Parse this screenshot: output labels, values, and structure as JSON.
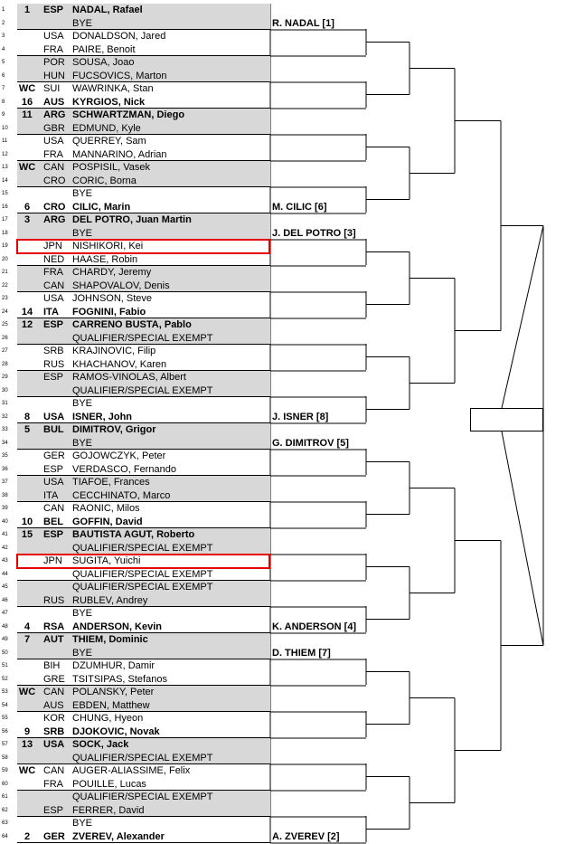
{
  "draw": [
    {
      "n": "1",
      "seed": "1",
      "country": "ESP",
      "name": "NADAL, Rafael"
    },
    {
      "n": "2",
      "seed": "",
      "country": "",
      "name": "BYE"
    },
    {
      "n": "3",
      "seed": "",
      "country": "USA",
      "name": "DONALDSON, Jared"
    },
    {
      "n": "4",
      "seed": "",
      "country": "FRA",
      "name": "PAIRE, Benoit"
    },
    {
      "n": "5",
      "seed": "",
      "country": "POR",
      "name": "SOUSA, Joao"
    },
    {
      "n": "6",
      "seed": "",
      "country": "HUN",
      "name": "FUCSOVICS, Marton"
    },
    {
      "n": "7",
      "seed": "WC",
      "country": "SUI",
      "name": "WAWRINKA, Stan"
    },
    {
      "n": "8",
      "seed": "16",
      "country": "AUS",
      "name": "KYRGIOS, Nick"
    },
    {
      "n": "9",
      "seed": "11",
      "country": "ARG",
      "name": "SCHWARTZMAN, Diego"
    },
    {
      "n": "10",
      "seed": "",
      "country": "GBR",
      "name": "EDMUND, Kyle"
    },
    {
      "n": "11",
      "seed": "",
      "country": "USA",
      "name": "QUERREY, Sam"
    },
    {
      "n": "12",
      "seed": "",
      "country": "FRA",
      "name": "MANNARINO, Adrian"
    },
    {
      "n": "13",
      "seed": "WC",
      "country": "CAN",
      "name": "POSPISIL, Vasek"
    },
    {
      "n": "14",
      "seed": "",
      "country": "CRO",
      "name": "CORIC, Borna"
    },
    {
      "n": "15",
      "seed": "",
      "country": "",
      "name": "BYE"
    },
    {
      "n": "16",
      "seed": "6",
      "country": "CRO",
      "name": "CILIC, Marin"
    },
    {
      "n": "17",
      "seed": "3",
      "country": "ARG",
      "name": "DEL POTRO, Juan Martin"
    },
    {
      "n": "18",
      "seed": "",
      "country": "",
      "name": "BYE"
    },
    {
      "n": "19",
      "seed": "",
      "country": "JPN",
      "name": "NISHIKORI, Kei"
    },
    {
      "n": "20",
      "seed": "",
      "country": "NED",
      "name": "HAASE, Robin"
    },
    {
      "n": "21",
      "seed": "",
      "country": "FRA",
      "name": "CHARDY, Jeremy"
    },
    {
      "n": "22",
      "seed": "",
      "country": "CAN",
      "name": "SHAPOVALOV, Denis"
    },
    {
      "n": "23",
      "seed": "",
      "country": "USA",
      "name": "JOHNSON, Steve"
    },
    {
      "n": "24",
      "seed": "14",
      "country": "ITA",
      "name": "FOGNINI, Fabio"
    },
    {
      "n": "25",
      "seed": "12",
      "country": "ESP",
      "name": "CARRENO BUSTA, Pablo"
    },
    {
      "n": "26",
      "seed": "",
      "country": "",
      "name": "QUALIFIER/SPECIAL EXEMPT"
    },
    {
      "n": "27",
      "seed": "",
      "country": "SRB",
      "name": "KRAJINOVIC, Filip"
    },
    {
      "n": "28",
      "seed": "",
      "country": "RUS",
      "name": "KHACHANOV, Karen"
    },
    {
      "n": "29",
      "seed": "",
      "country": "ESP",
      "name": "RAMOS-VINOLAS, Albert"
    },
    {
      "n": "30",
      "seed": "",
      "country": "",
      "name": "QUALIFIER/SPECIAL EXEMPT"
    },
    {
      "n": "31",
      "seed": "",
      "country": "",
      "name": "BYE"
    },
    {
      "n": "32",
      "seed": "8",
      "country": "USA",
      "name": "ISNER, John"
    },
    {
      "n": "33",
      "seed": "5",
      "country": "BUL",
      "name": "DIMITROV, Grigor"
    },
    {
      "n": "34",
      "seed": "",
      "country": "",
      "name": "BYE"
    },
    {
      "n": "35",
      "seed": "",
      "country": "GER",
      "name": "GOJOWCZYK, Peter"
    },
    {
      "n": "36",
      "seed": "",
      "country": "ESP",
      "name": "VERDASCO, Fernando"
    },
    {
      "n": "37",
      "seed": "",
      "country": "USA",
      "name": "TIAFOE, Frances"
    },
    {
      "n": "38",
      "seed": "",
      "country": "ITA",
      "name": "CECCHINATO, Marco"
    },
    {
      "n": "39",
      "seed": "",
      "country": "CAN",
      "name": "RAONIC, Milos"
    },
    {
      "n": "40",
      "seed": "10",
      "country": "BEL",
      "name": "GOFFIN, David"
    },
    {
      "n": "41",
      "seed": "15",
      "country": "ESP",
      "name": "BAUTISTA AGUT, Roberto"
    },
    {
      "n": "42",
      "seed": "",
      "country": "",
      "name": "QUALIFIER/SPECIAL EXEMPT"
    },
    {
      "n": "43",
      "seed": "",
      "country": "JPN",
      "name": "SUGITA, Yuichi"
    },
    {
      "n": "44",
      "seed": "",
      "country": "",
      "name": "QUALIFIER/SPECIAL EXEMPT"
    },
    {
      "n": "45",
      "seed": "",
      "country": "",
      "name": "QUALIFIER/SPECIAL EXEMPT"
    },
    {
      "n": "46",
      "seed": "",
      "country": "RUS",
      "name": "RUBLEV, Andrey"
    },
    {
      "n": "47",
      "seed": "",
      "country": "",
      "name": "BYE"
    },
    {
      "n": "48",
      "seed": "4",
      "country": "RSA",
      "name": "ANDERSON, Kevin"
    },
    {
      "n": "49",
      "seed": "7",
      "country": "AUT",
      "name": "THIEM, Dominic"
    },
    {
      "n": "50",
      "seed": "",
      "country": "",
      "name": "BYE"
    },
    {
      "n": "51",
      "seed": "",
      "country": "BIH",
      "name": "DZUMHUR, Damir"
    },
    {
      "n": "52",
      "seed": "",
      "country": "GRE",
      "name": "TSITSIPAS, Stefanos"
    },
    {
      "n": "53",
      "seed": "WC",
      "country": "CAN",
      "name": "POLANSKY, Peter"
    },
    {
      "n": "54",
      "seed": "",
      "country": "AUS",
      "name": "EBDEN, Matthew"
    },
    {
      "n": "55",
      "seed": "",
      "country": "KOR",
      "name": "CHUNG, Hyeon"
    },
    {
      "n": "56",
      "seed": "9",
      "country": "SRB",
      "name": "DJOKOVIC, Novak"
    },
    {
      "n": "57",
      "seed": "13",
      "country": "USA",
      "name": "SOCK, Jack"
    },
    {
      "n": "58",
      "seed": "",
      "country": "",
      "name": "QUALIFIER/SPECIAL EXEMPT"
    },
    {
      "n": "59",
      "seed": "WC",
      "country": "CAN",
      "name": "AUGER-ALIASSIME, Felix"
    },
    {
      "n": "60",
      "seed": "",
      "country": "FRA",
      "name": "POUILLE, Lucas"
    },
    {
      "n": "61",
      "seed": "",
      "country": "",
      "name": "QUALIFIER/SPECIAL EXEMPT"
    },
    {
      "n": "62",
      "seed": "",
      "country": "ESP",
      "name": "FERRER, David"
    },
    {
      "n": "63",
      "seed": "",
      "country": "",
      "name": "BYE"
    },
    {
      "n": "64",
      "seed": "2",
      "country": "GER",
      "name": "ZVEREV, Alexander"
    }
  ],
  "round2": [
    {
      "slot": 0,
      "label": "R. NADAL [1]"
    },
    {
      "slot": 7,
      "label": "M. CILIC [6]"
    },
    {
      "slot": 8,
      "label": "J. DEL POTRO [3]"
    },
    {
      "slot": 15,
      "label": "J. ISNER [8]"
    },
    {
      "slot": 16,
      "label": "G. DIMITROV [5]"
    },
    {
      "slot": 23,
      "label": "K. ANDERSON [4]"
    },
    {
      "slot": 24,
      "label": "D. THIEM [7]"
    },
    {
      "slot": 31,
      "label": "A. ZVEREV [2]"
    }
  ],
  "highlighted": [
    "19",
    "43"
  ],
  "colors": {
    "shade": "#d8d8d8",
    "highlight": "#e60000",
    "line": "#000000"
  }
}
